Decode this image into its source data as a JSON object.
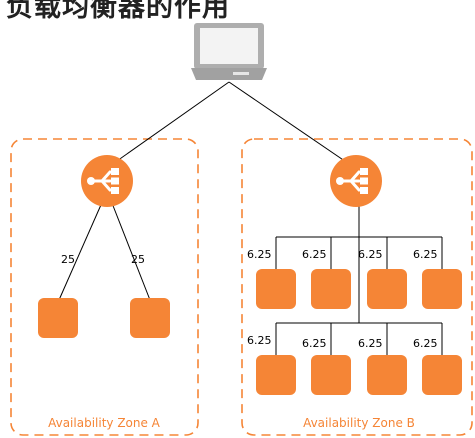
{
  "heading": "负载均衡器的作用",
  "colors": {
    "accent": "#f58536",
    "line": "#000000",
    "zone_border": "#f58536",
    "zone_label": "#f58536"
  },
  "nodes": {
    "client": {
      "icon": "computer-icon"
    },
    "load_balancers": [
      {
        "icon": "load-balancer-icon",
        "zone": "Availability Zone A"
      },
      {
        "icon": "load-balancer-icon",
        "zone": "Availability Zone B"
      }
    ],
    "instance_icon": "instance-icon"
  },
  "zones": [
    {
      "label": "Availability Zone A",
      "weights": [
        "25",
        "25"
      ]
    },
    {
      "label": "Availability Zone B",
      "weights": [
        "6.25",
        "6.25",
        "6.25",
        "6.25",
        "6.25",
        "6.25",
        "6.25",
        "6.25"
      ]
    }
  ]
}
